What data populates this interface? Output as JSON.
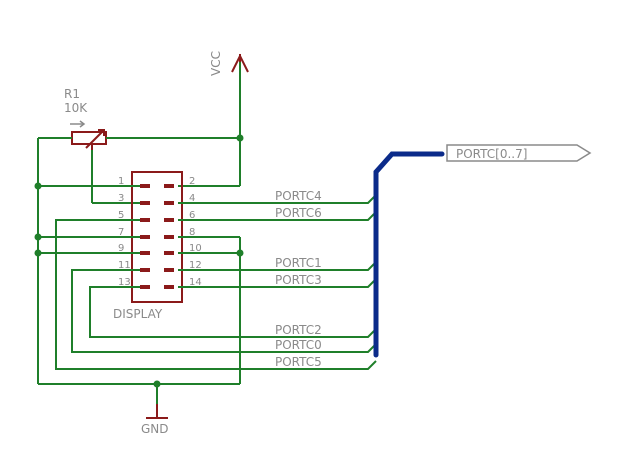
{
  "labels": {
    "vcc": "VCC",
    "r1_name": "R1",
    "r1_value": "10K",
    "display": "DISPLAY",
    "gnd": "GND",
    "portc_bus": "PORTC[0..7]"
  },
  "pins": [
    "1",
    "2",
    "3",
    "4",
    "5",
    "6",
    "7",
    "8",
    "9",
    "10",
    "11",
    "12",
    "13",
    "14"
  ],
  "nets": [
    "PORTC4",
    "PORTC6",
    "PORTC1",
    "PORTC3",
    "PORTC2",
    "PORTC0",
    "PORTC5"
  ],
  "colors": {
    "wire": "#1f7f2a",
    "component_body": "#8b1a1a",
    "bus": "#0b2b8a",
    "label": "#8a8a8a"
  }
}
